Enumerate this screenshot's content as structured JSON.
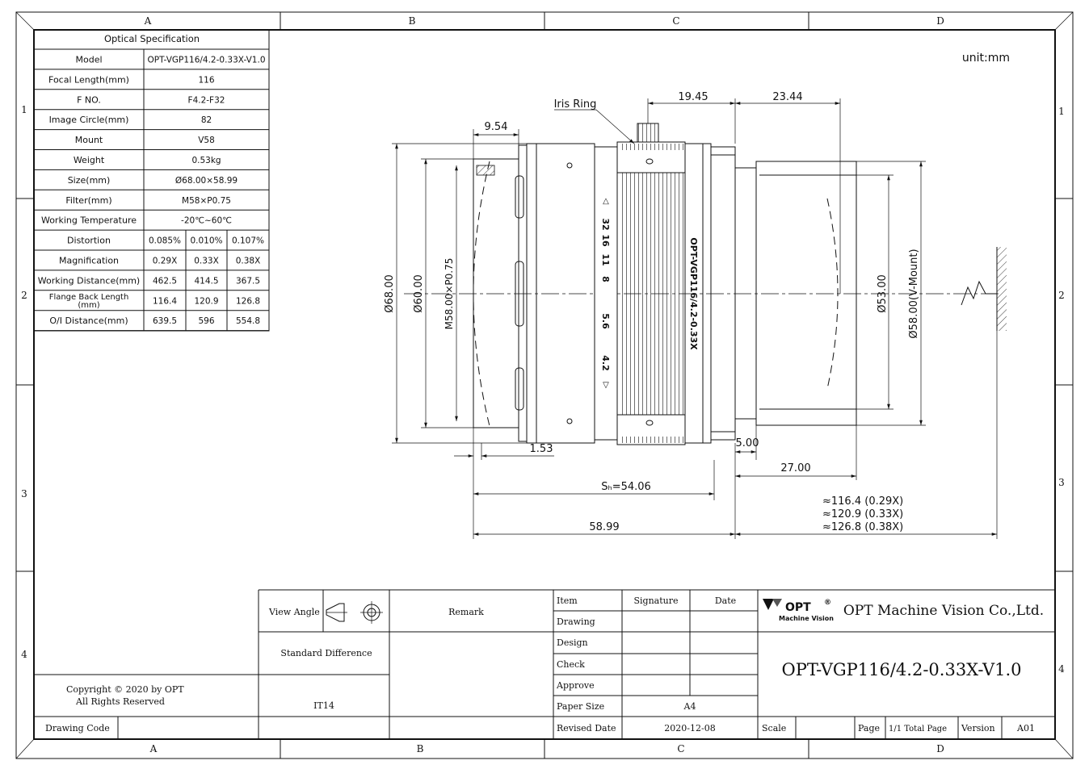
{
  "border": {
    "cols_top": [
      "A",
      "B",
      "C",
      "D"
    ],
    "cols_bottom": [
      "A",
      "B",
      "C",
      "D"
    ],
    "rows_left": [
      "1",
      "2",
      "3",
      "4"
    ],
    "rows_right": [
      "1",
      "2",
      "3",
      "4"
    ]
  },
  "unit": "unit:mm",
  "spec": {
    "title": "Optical Specification",
    "rows": [
      {
        "label": "Model",
        "values": [
          "OPT-VGP116/4.2-0.33X-V1.0"
        ]
      },
      {
        "label": "Focal Length(mm)",
        "values": [
          "116"
        ]
      },
      {
        "label": "F NO.",
        "values": [
          "F4.2-F32"
        ]
      },
      {
        "label": "Image Circle(mm)",
        "values": [
          "82"
        ]
      },
      {
        "label": "Mount",
        "values": [
          "V58"
        ]
      },
      {
        "label": "Weight",
        "values": [
          "0.53kg"
        ]
      },
      {
        "label": "Size(mm)",
        "values": [
          "Ø68.00×58.99"
        ]
      },
      {
        "label": "Filter(mm)",
        "values": [
          "M58×P0.75"
        ]
      },
      {
        "label": "Working Temperature",
        "values": [
          "-20℃~60℃"
        ]
      },
      {
        "label": "Distortion",
        "values": [
          "0.085%",
          "0.010%",
          "0.107%"
        ]
      },
      {
        "label": "Magnification",
        "values": [
          "0.29X",
          "0.33X",
          "0.38X"
        ]
      },
      {
        "label": "Working Distance(mm)",
        "values": [
          "462.5",
          "414.5",
          "367.5"
        ]
      },
      {
        "label": "Flange Back Length (mm)",
        "values": [
          "116.4",
          "120.9",
          "126.8"
        ]
      },
      {
        "label": "O/I Distance(mm)",
        "values": [
          "639.5",
          "596",
          "554.8"
        ]
      }
    ]
  },
  "drawing": {
    "iris_ring": "Iris Ring",
    "dim_9_54": "9.54",
    "dim_19_45": "19.45",
    "dim_23_44": "23.44",
    "dim_d68": "Ø68.00",
    "dim_d60": "Ø60.00",
    "dim_m58": "M58.00×P0.75",
    "dim_d53": "Ø53.00",
    "dim_d58v": "Ø58.00(V-Mount)",
    "dim_1_53": "1.53",
    "dim_5_00": "5.00",
    "dim_27_00": "27.00",
    "dim_sh": "Sₕ=54.06",
    "dim_58_99": "58.99",
    "flange_1": "≈116.4  (0.29X)",
    "flange_2": "≈120.9  (0.33X)",
    "flange_3": "≈126.8  (0.38X)",
    "barrel_model": "OPT-VGP116/4.2-0.33X",
    "f_marks": [
      "32",
      "16",
      "11",
      "8",
      "5.6",
      "4.2"
    ]
  },
  "title_block": {
    "view_angle": "View Angle",
    "remark": "Remark",
    "standard_difference": "Standard Difference",
    "it14": "IT14",
    "copyright_1": "Copyright © 2020 by OPT",
    "copyright_2": "All Rights Reserved",
    "drawing_code": "Drawing Code",
    "item": "Item",
    "signature": "Signature",
    "date": "Date",
    "drawing": "Drawing",
    "design": "Design",
    "check": "Check",
    "approve": "Approve",
    "paper_size": "Paper Size",
    "paper_size_value": "A4",
    "revised_date": "Revised Date",
    "revised_date_value": "2020-12-08",
    "logo_text": "OPT",
    "logo_sub": "Machine Vision",
    "company": "OPT Machine Vision Co.,Ltd.",
    "part_number": "OPT-VGP116/4.2-0.33X-V1.0",
    "scale": "Scale",
    "page": "Page",
    "total_page": "1/1 Total Page",
    "version": "Version",
    "version_value": "A01"
  }
}
